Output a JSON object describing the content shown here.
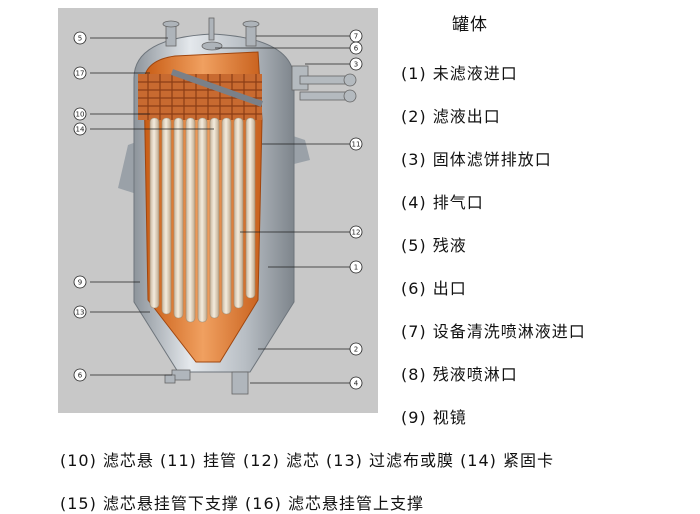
{
  "title": "罐体",
  "legend": [
    "(1) 未滤液进口",
    "(2) 滤液出口",
    "(3) 固体滤饼排放口",
    "(4) 排气口",
    "(5) 残液",
    "(6) 出口",
    "(7) 设备清洗喷淋液进口",
    "(8) 残液喷淋口",
    "(9) 视镜"
  ],
  "bottom_lines": [
    "(10) 滤芯悬 (11) 挂管 (12) 滤芯 (13) 过滤布或膜 (14) 紧固卡",
    "(15) 滤芯悬挂管下支撑 (16) 滤芯悬挂管上支撑"
  ],
  "callouts": [
    {
      "label": "5"
    },
    {
      "label": "17"
    },
    {
      "label": "10"
    },
    {
      "label": "14"
    },
    {
      "label": "9"
    },
    {
      "label": "13"
    },
    {
      "label": "6"
    },
    {
      "label": "7"
    },
    {
      "label": "6"
    },
    {
      "label": "3"
    },
    {
      "label": "11"
    },
    {
      "label": "12"
    },
    {
      "label": "1"
    },
    {
      "label": "2"
    },
    {
      "label": "4"
    }
  ],
  "colors": {
    "background_panel": "#c9c9c9",
    "metal": "#b9bfc5",
    "inner_orange": "#e07a2a",
    "filter": "#e8dcc8",
    "grid": "#b8603a"
  }
}
